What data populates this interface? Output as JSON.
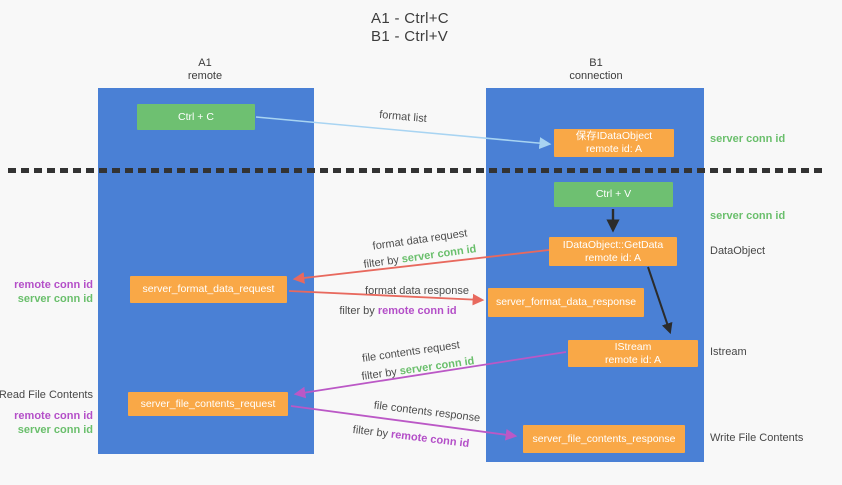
{
  "title": {
    "line1": "A1 - Ctrl+C",
    "line2": "B1 - Ctrl+V"
  },
  "columns": {
    "a1": {
      "name": "A1",
      "subtitle": "remote"
    },
    "b1": {
      "name": "B1",
      "subtitle": "connection"
    }
  },
  "nodes": {
    "ctrl_c": {
      "label": "Ctrl + C"
    },
    "save_dataobject": {
      "line1": "保存IDataObject",
      "line2": "remote id: A"
    },
    "ctrl_v": {
      "label": "Ctrl + V"
    },
    "getdata": {
      "line1": "IDataObject::GetData",
      "line2": "remote id: A"
    },
    "format_request": {
      "label": "server_format_data_request"
    },
    "format_response": {
      "label": "server_format_data_response"
    },
    "istream": {
      "line1": "IStream",
      "line2": "remote id: A"
    },
    "file_request": {
      "label": "server_file_contents_request"
    },
    "file_response": {
      "label": "server_file_contents_response"
    }
  },
  "flow_labels": {
    "format_list": "format list",
    "format_data_request": "format data request",
    "format_data_response": "format data response",
    "file_contents_request": "file contents request",
    "file_contents_response": "file contents response",
    "filter_by": "filter by",
    "server_conn_id": "server conn id",
    "remote_conn_id": "remote conn id"
  },
  "side_labels": {
    "server_conn_id": "server conn id",
    "remote_conn_id": "remote conn id",
    "dataobject": "DataObject",
    "istream": "Istream",
    "read_file_contents": "Read File Contents",
    "write_file_contents": "Write File Contents"
  },
  "colors": {
    "lifeline_blue": "#4a80d5",
    "node_orange": "#f9a847",
    "node_green": "#6ec071",
    "arrow_red": "#e8695e",
    "arrow_purple": "#bb58c6",
    "arrow_light_blue": "#a8d4f2",
    "arrow_black": "#2b2b2b",
    "label_green": "#6abf6c",
    "label_purple": "#b44fc8",
    "background": "#f8f8f8"
  }
}
